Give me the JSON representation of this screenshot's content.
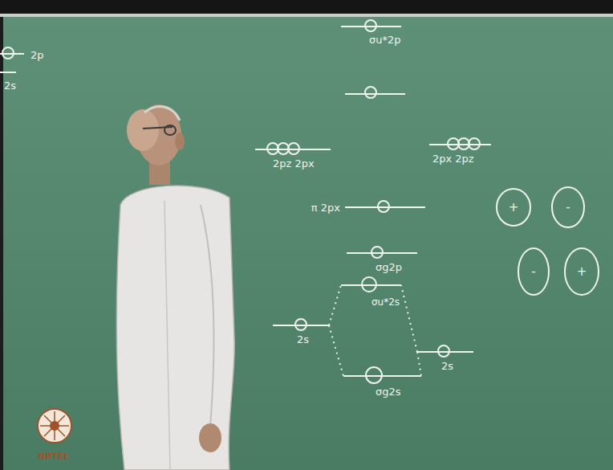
{
  "diagram": {
    "nodes": [
      {
        "text": [
          "σu*2p"
        ]
      },
      {
        "text": [
          "2p"
        ]
      },
      {
        "text": [
          "2s"
        ]
      },
      {
        "text": [
          "2pz 2px"
        ]
      },
      {
        "text": [
          "2px 2pz"
        ]
      },
      {
        "text": [
          "π 2px"
        ]
      },
      {
        "text": [
          "σg2p"
        ]
      },
      {
        "text": [
          "σu*2s"
        ]
      },
      {
        "text": [
          "2s"
        ]
      },
      {
        "text": [
          "2s"
        ]
      },
      {
        "text": [
          "σg2s"
        ]
      },
      {
        "text": [
          "+"
        ]
      },
      {
        "text": [
          "-"
        ]
      },
      {
        "text": [
          "-"
        ]
      },
      {
        "text": [
          "+"
        ]
      }
    ],
    "edges": [
      {
        "from": 8,
        "to": 7,
        "arrow": "none"
      },
      {
        "from": 8,
        "to": 10,
        "arrow": "none"
      },
      {
        "from": 9,
        "to": 7,
        "arrow": "none"
      },
      {
        "from": 9,
        "to": 10,
        "arrow": "none"
      }
    ],
    "labels": [
      "NPTEL"
    ]
  }
}
